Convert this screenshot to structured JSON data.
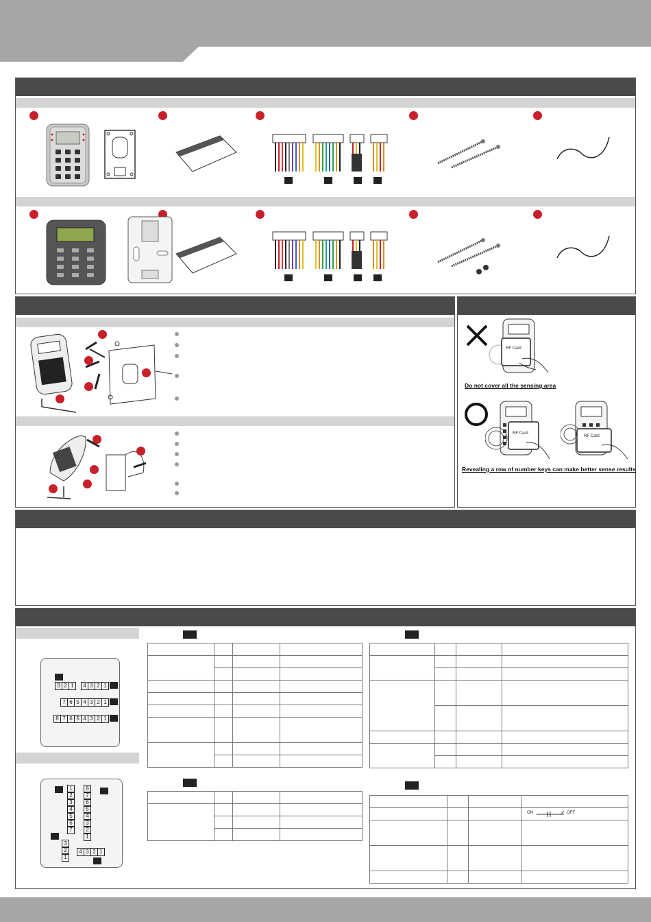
{
  "tips": {
    "cover_caption": "Do not cover all the sensing area",
    "reveal_caption": "Revealing a row of number keys can make better sense results",
    "card_label": "RF Card"
  },
  "pin_diagrams": {
    "top": {
      "row1_left": [
        "3",
        "2",
        "1"
      ],
      "row1_right": [
        "4",
        "3",
        "2",
        "1"
      ],
      "row2": [
        "7",
        "6",
        "5",
        "4",
        "3",
        "2",
        "1"
      ],
      "row3": [
        "8",
        "7",
        "6",
        "5",
        "4",
        "3",
        "2",
        "1"
      ]
    },
    "bottom": {
      "col_left": [
        "1",
        "2",
        "3",
        "4",
        "5",
        "6",
        "7"
      ],
      "col_right": [
        "8",
        "7",
        "6",
        "5",
        "4",
        "3",
        "2",
        "1"
      ],
      "col_small": [
        "3",
        "2",
        "1"
      ],
      "row_small": [
        "4",
        "3",
        "2",
        "1"
      ]
    }
  },
  "switch": {
    "on": "ON",
    "off": "OFF"
  },
  "colors": {
    "header": "#4a4a4a",
    "subheader": "#d4d4d4",
    "accent": "#c8202a",
    "banner": "#a6a6a6"
  }
}
